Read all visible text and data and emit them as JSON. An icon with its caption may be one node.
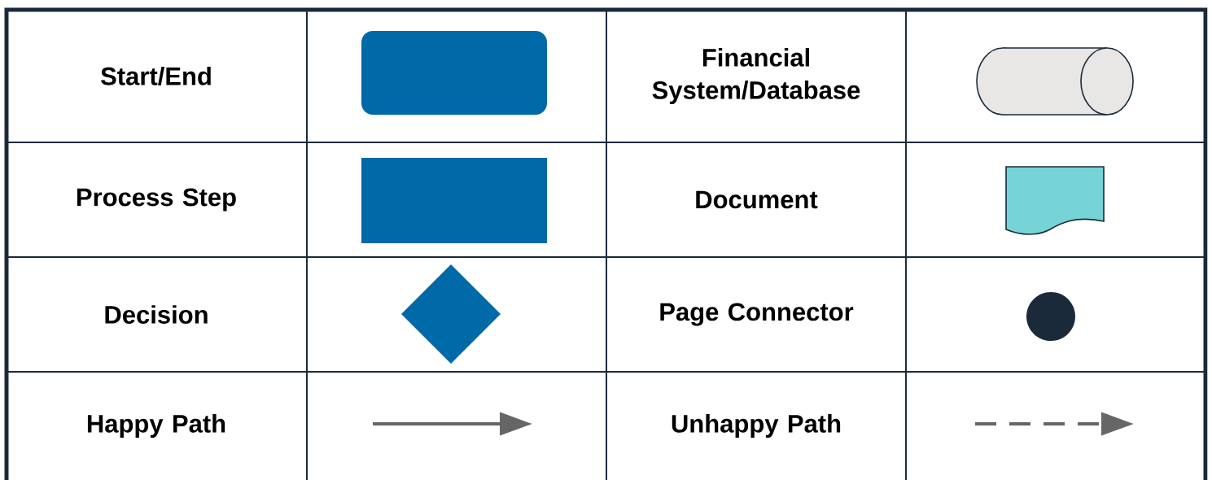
{
  "diagram": {
    "legend": [
      {
        "text": "Start/End"
      },
      {
        "text": "Financial System/Database"
      },
      {
        "text": "Process Step"
      },
      {
        "text": "Document"
      },
      {
        "text": "Decision"
      },
      {
        "text": "Page Connector"
      },
      {
        "text": "Happy Path"
      },
      {
        "text": "Unhappy Path"
      }
    ]
  }
}
